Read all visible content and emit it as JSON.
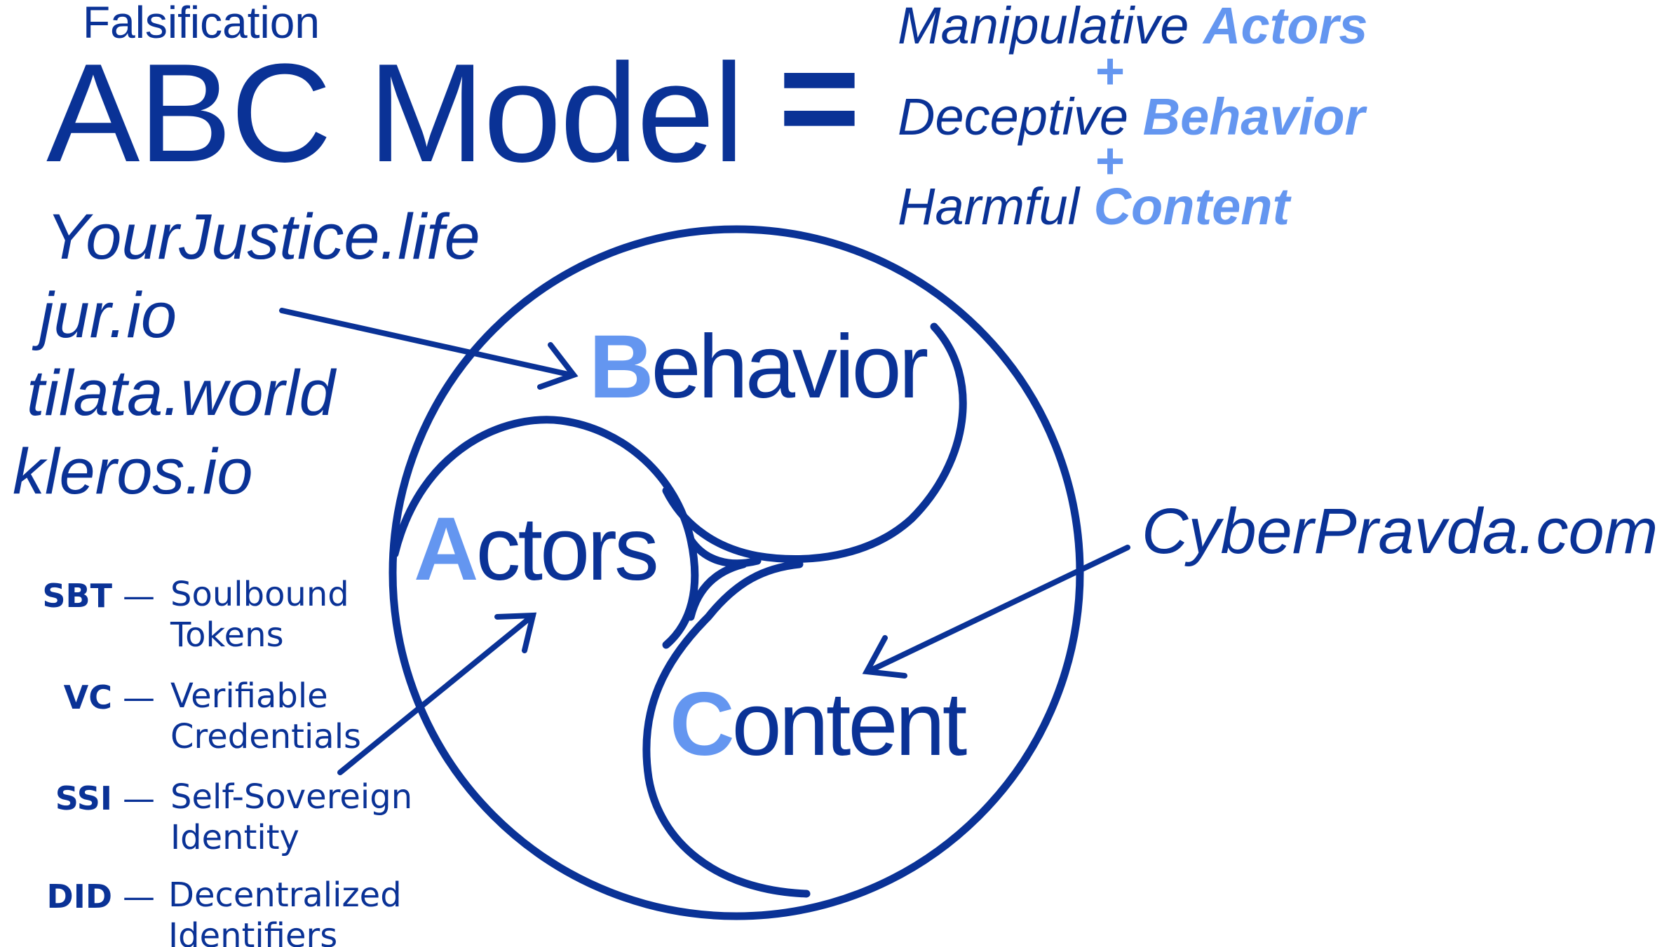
{
  "title": {
    "subtitle": "Falsification",
    "main": "ABC Model",
    "equals": "="
  },
  "formula": {
    "terms": [
      {
        "modifier": "Manipulative",
        "noun": "Actors"
      },
      {
        "modifier": "Deceptive",
        "noun": "Behavior"
      },
      {
        "modifier": "Harmful",
        "noun": "Content"
      }
    ],
    "plus": "+"
  },
  "behavior_platforms": [
    "YourJustice.life",
    "jur.io",
    "tilata.world",
    "kleros.io"
  ],
  "content_platform": "CyberPravda.com",
  "glossary": [
    {
      "abbr": "SBT",
      "dash": "—",
      "definition": "Soulbound Tokens"
    },
    {
      "abbr": "VC",
      "dash": "—",
      "definition": "Verifiable Credentials"
    },
    {
      "abbr": "SSI",
      "dash": "—",
      "definition": "Self-Sovereign Identity"
    },
    {
      "abbr": "DID",
      "dash": "—",
      "definition": "Decentralized Identifiers"
    }
  ],
  "diagram": {
    "behavior": {
      "initial": "B",
      "rest": "ehavior"
    },
    "actors": {
      "initial": "A",
      "rest": "ctors"
    },
    "content": {
      "initial": "C",
      "rest": "ontent"
    }
  },
  "colors": {
    "primary": "#0a3296",
    "accent": "#6496f0",
    "background": "#ffffff"
  }
}
